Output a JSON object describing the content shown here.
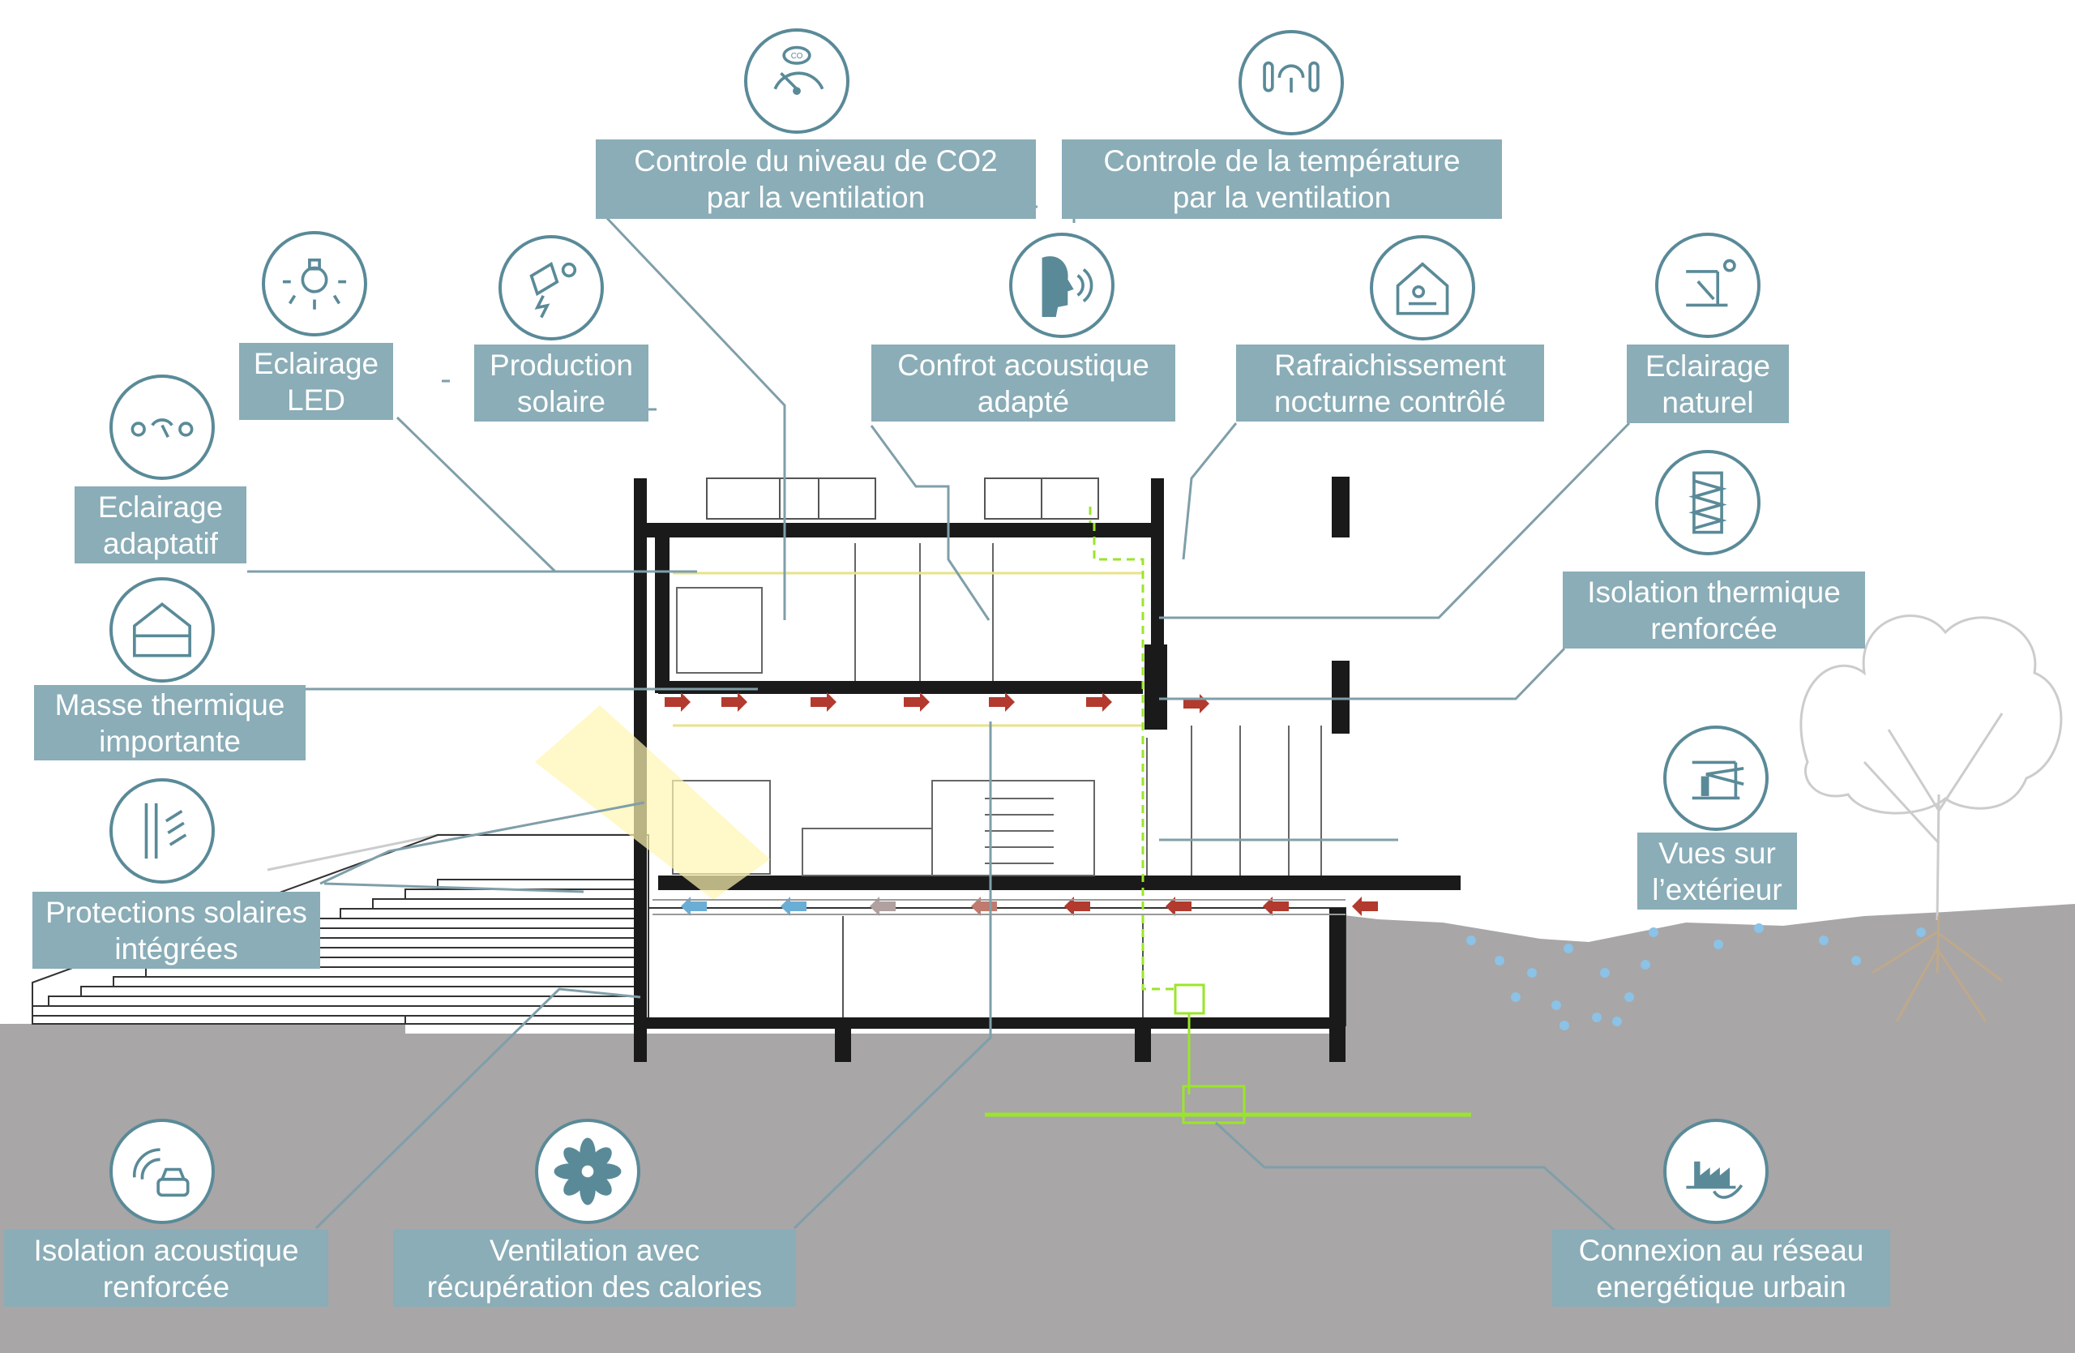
{
  "colors": {
    "accent": "#8aadb7",
    "icon_stroke": "#5a8a98",
    "ground": "#a8a6a7",
    "structure": "#1a1a1a",
    "supply_air": "#b23a2e",
    "extract_air": "#6aaed6",
    "energy_line": "#9be52a"
  },
  "features": [
    {
      "id": "co2",
      "icon": "co2-gauge-icon",
      "line1": "Controle du niveau de CO2",
      "line2": "par la ventilation"
    },
    {
      "id": "temp",
      "icon": "thermometer-gauge-icon",
      "line1": "Controle de la température",
      "line2": "par la ventilation"
    },
    {
      "id": "led",
      "icon": "light-bulb-icon",
      "line1": "Eclairage",
      "line2": "LED"
    },
    {
      "id": "solar",
      "icon": "solar-panel-icon",
      "line1": "Production",
      "line2": "solaire"
    },
    {
      "id": "acoustic",
      "icon": "speaking-head-icon",
      "line1": "Confrot acoustique",
      "line2": "adapté"
    },
    {
      "id": "night",
      "icon": "night-cooling-house-icon",
      "line1": "Rafraichissement",
      "line2": "nocturne contrôlé"
    },
    {
      "id": "daylight",
      "icon": "daylight-window-icon",
      "line1": "Eclairage",
      "line2": "naturel"
    },
    {
      "id": "adaptive",
      "icon": "dimmer-lights-icon",
      "line1": "Eclairage",
      "line2": "adaptatif"
    },
    {
      "id": "insulation",
      "icon": "insulation-panel-icon",
      "line1": "Isolation thermique",
      "line2": "renforcée"
    },
    {
      "id": "mass",
      "icon": "house-outline-icon",
      "line1": "Masse thermique",
      "line2": "importante"
    },
    {
      "id": "shade",
      "icon": "sun-shading-icon",
      "line1": "Protections solaires",
      "line2": "intégrées"
    },
    {
      "id": "views",
      "icon": "person-view-icon",
      "line1": "Vues sur",
      "line2": "l’extérieur"
    },
    {
      "id": "noise",
      "icon": "car-noise-icon",
      "line1": "Isolation acoustique",
      "line2": "renforcée"
    },
    {
      "id": "vent",
      "icon": "fan-icon",
      "line1": "Ventilation avec",
      "line2": "récupération des calories"
    },
    {
      "id": "grid",
      "icon": "factory-plug-icon",
      "line1": "Connexion au réseau",
      "line2": "energétique urbain"
    }
  ]
}
